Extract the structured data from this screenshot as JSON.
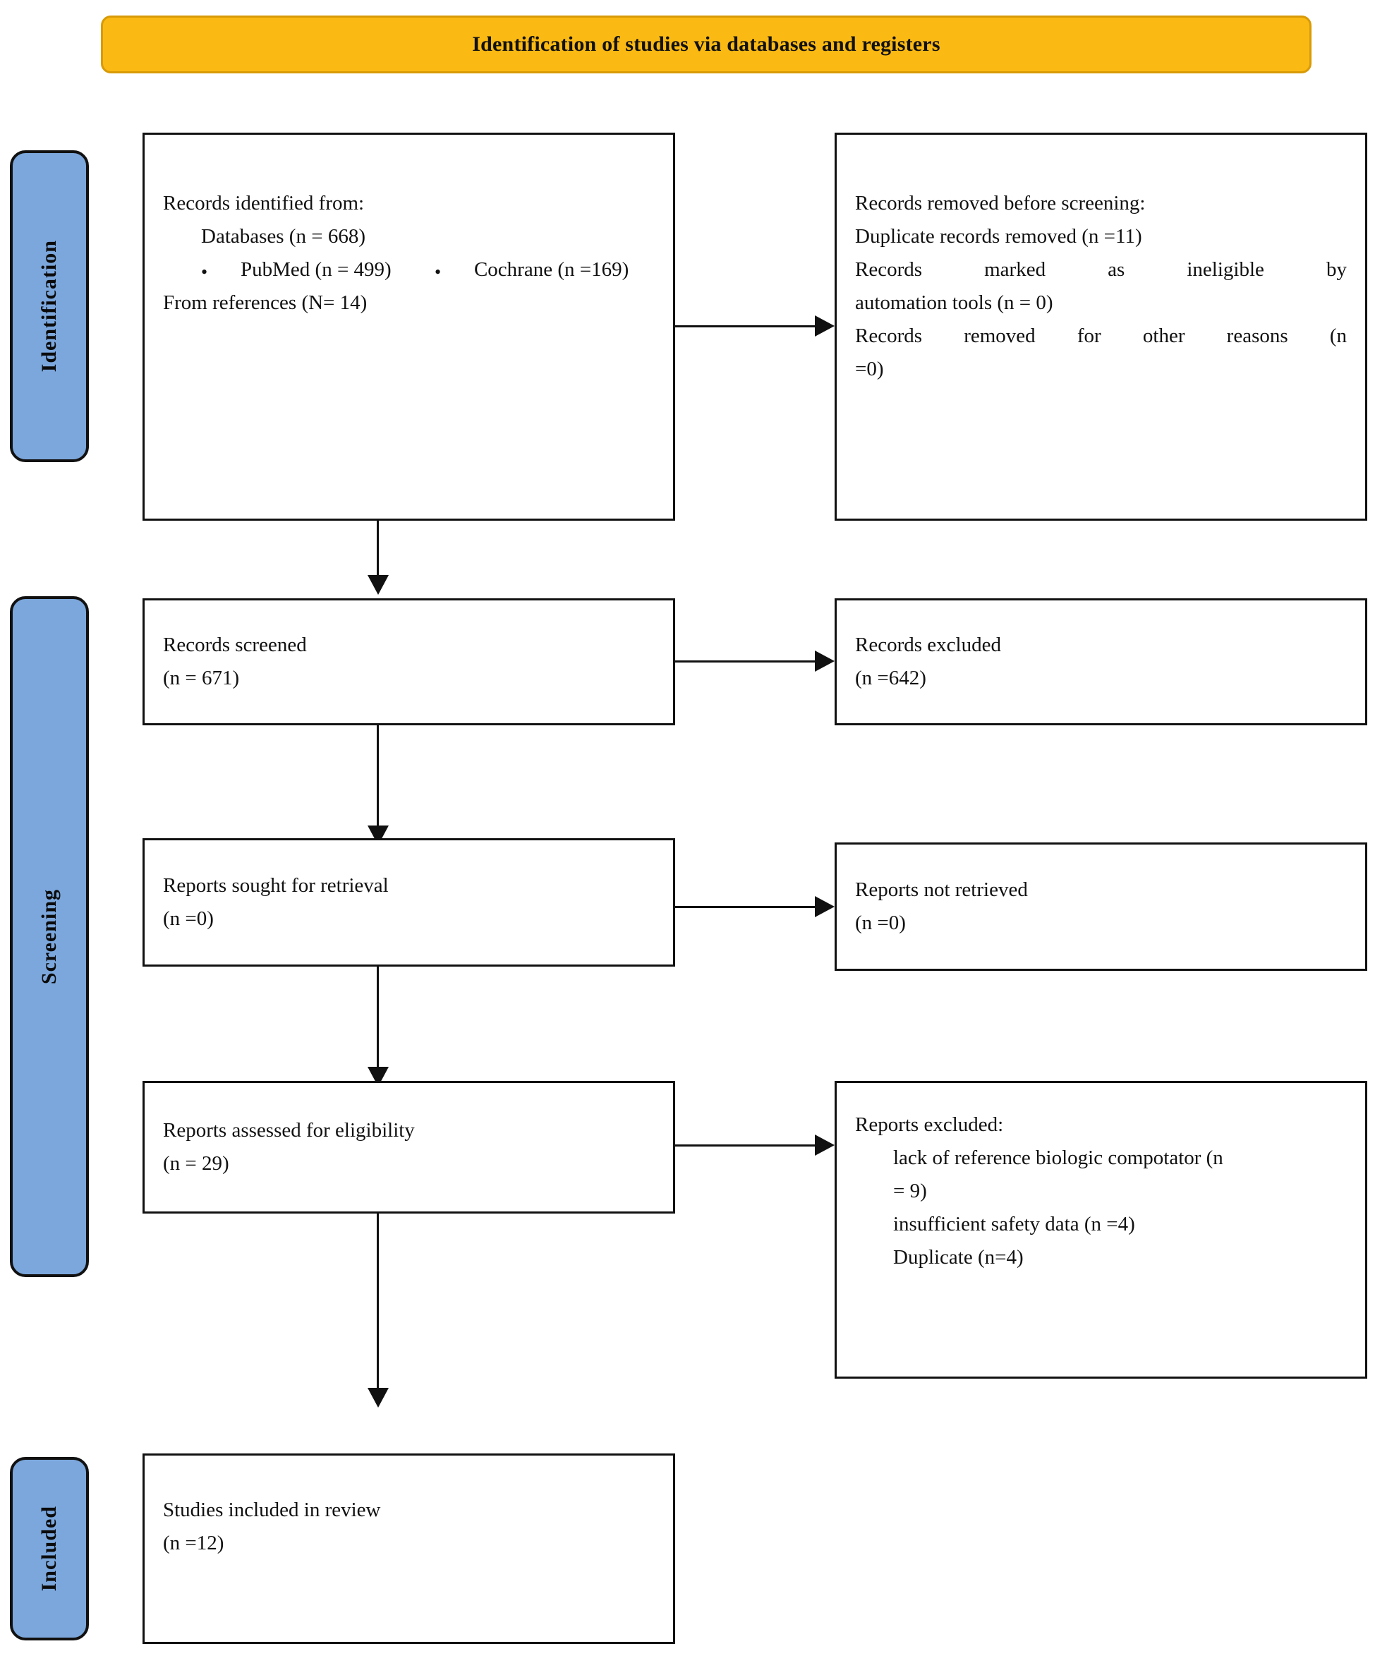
{
  "header": {
    "title": "Identification of studies via databases and registers",
    "fill_color": "#FBB913",
    "border_color": "#D89A07"
  },
  "stages": [
    {
      "label": "Identification"
    },
    {
      "label": "Screening"
    },
    {
      "label": "Included"
    }
  ],
  "stage_color": "#7BA7DC",
  "boxes": {
    "records_identified": {
      "heading": "Records identified from:",
      "databases": "Databases (n =  668)",
      "bullets": [
        "PubMed (n =  499)",
        "Cochrane (n =169)"
      ],
      "from_references": "From references (N= 14)"
    },
    "records_removed": {
      "heading": "Records removed before screening:",
      "duplicate": "Duplicate records removed (n =11)",
      "ineligible_line1": "Records marked as ineligible by",
      "ineligible_line2": "automation tools (n = 0)",
      "other_line1": "Records removed for other reasons (n",
      "other_line2": "=0)"
    },
    "records_screened": {
      "label": "Records screened",
      "count": "(n =  671)"
    },
    "records_excluded": {
      "label": "Records excluded",
      "count": "(n =642)"
    },
    "reports_sought": {
      "label": "Reports sought for retrieval",
      "count": "(n =0)"
    },
    "reports_not_retrieved": {
      "label": "Reports not retrieved",
      "count": "(n =0)"
    },
    "reports_assessed": {
      "label": "Reports assessed for eligibility",
      "count": "(n = 29)"
    },
    "reports_excluded": {
      "heading": "Reports excluded:",
      "reason1_line1": "lack of reference biologic compotator (n",
      "reason1_line2": "= 9)",
      "reason2": "insufficient safety data (n =4)",
      "reason3": "Duplicate (n=4)"
    },
    "studies_included": {
      "label": "Studies included in review",
      "count": "(n =12)"
    }
  }
}
